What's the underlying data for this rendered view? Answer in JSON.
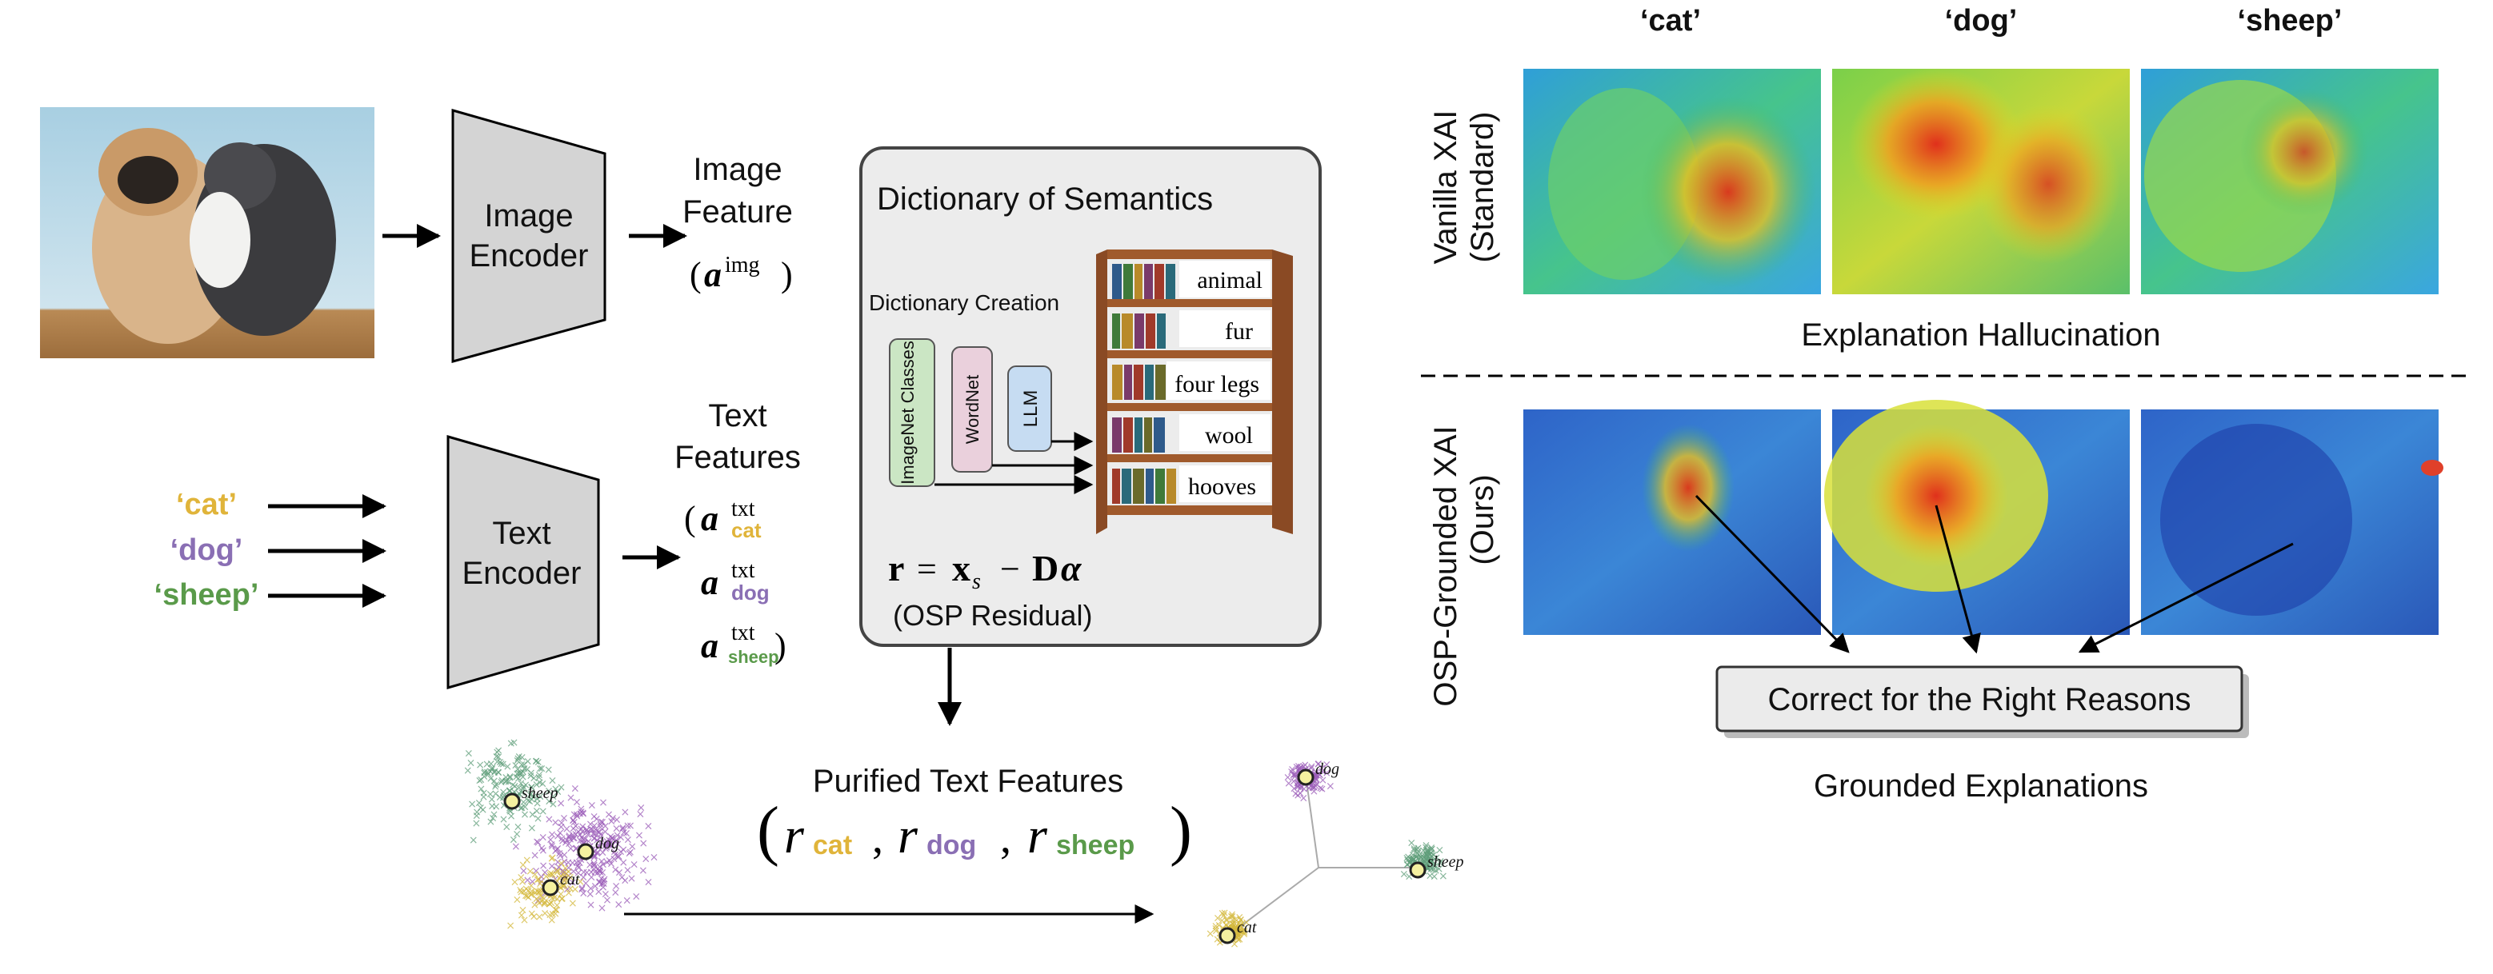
{
  "colors": {
    "cat": "#e0b43a",
    "dog": "#8a6fb4",
    "sheep": "#5a9a4a",
    "box": "#d4d4d4",
    "dict_bg": "#ececec"
  },
  "encoders": {
    "image_l1": "Image",
    "image_l2": "Encoder",
    "text_l1": "Text",
    "text_l2": "Encoder"
  },
  "image_feature": {
    "l1": "Image",
    "l2": "Feature",
    "sym_open": "(",
    "sym_a": "a",
    "sym_sup": "img",
    "sym_close": ")"
  },
  "text_features": {
    "l1": "Text",
    "l2": "Features",
    "a": "a",
    "sup": "txt",
    "open": "(",
    "close": ")",
    "sub_cat": "cat",
    "sub_dog": "dog",
    "sub_sheep": "sheep"
  },
  "labels": {
    "cat": "‘cat’",
    "dog": "‘dog’",
    "sheep": "‘sheep’"
  },
  "dictionary": {
    "title": "Dictionary of Semantics",
    "creation": "Dictionary Creation",
    "sources": [
      "ImageNet Classes",
      "WordNet",
      "LLM"
    ],
    "shelf_words": [
      "animal",
      "fur",
      "four legs",
      "wool",
      "hooves"
    ],
    "formula_r": "r",
    "formula_eq": "=",
    "formula_x": "x",
    "formula_s": "s",
    "formula_minus": "−",
    "formula_D": "D",
    "formula_alpha": "α",
    "residual": "(OSP Residual)"
  },
  "purified": {
    "title": "Purified Text Features",
    "r": "r",
    "sub_cat": "cat",
    "sub_dog": "dog",
    "sub_sheep": "sheep",
    "comma": ",",
    "open": "(",
    "close": ")"
  },
  "clusters": {
    "cat": "cat",
    "dog": "dog",
    "sheep": "sheep"
  },
  "xai": {
    "col_cat": "‘cat’",
    "col_dog": "‘dog’",
    "col_sheep": "‘sheep’",
    "vanilla_l1": "Vanilla XAI",
    "vanilla_l2": "(Standard)",
    "hallucination": "Explanation Hallucination",
    "osp_l1": "OSP-Grounded XAI",
    "osp_l2": "(Ours)",
    "correct": "Correct for the Right Reasons",
    "grounded": "Grounded Explanations"
  }
}
